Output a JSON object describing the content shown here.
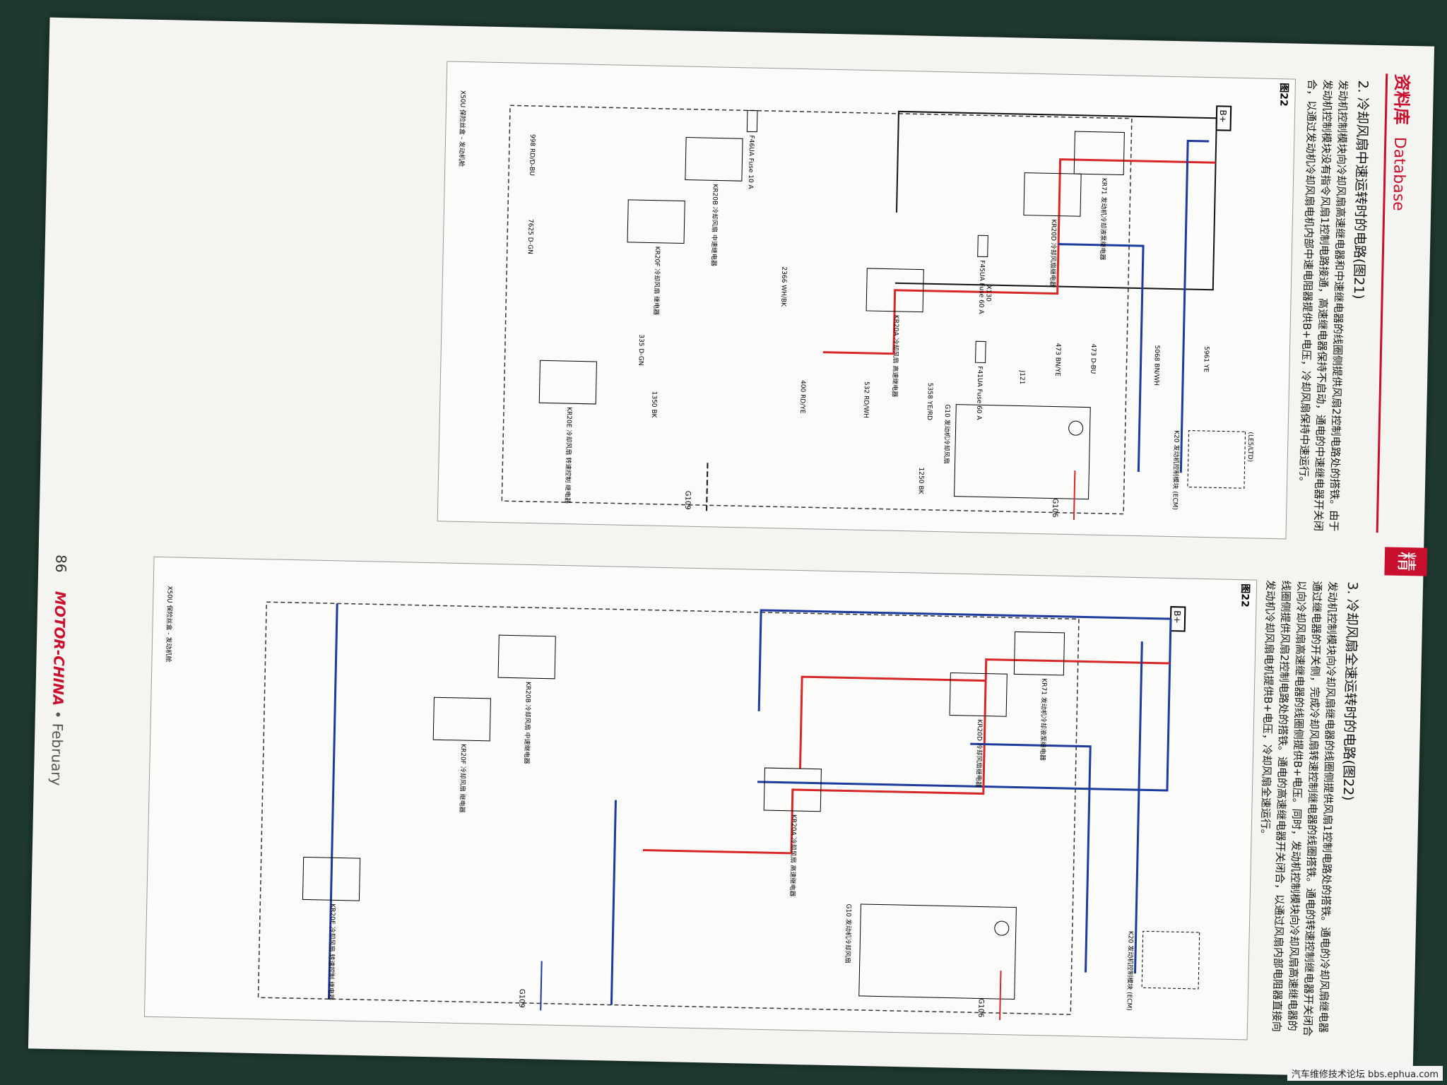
{
  "header": {
    "brand_cn": "资料库",
    "brand_en": "Database",
    "seal": "精"
  },
  "sections": [
    {
      "heading": "2. 冷却风扇中速运转时的电路(图21)",
      "paragraph": "发动机控制模块向冷却风扇高速继电器和中速继电器的线圈侧提供风扇2控制电路处的搭铁。由于发动机控制模块没有指令风扇1控制电路接通，高速继电器保持不启动，通电的中速继电器开关闭合，以通过发动机冷却风扇电机内部中速电阻器提供B+电压，冷却风扇保持中速运行。",
      "figure_label": "图22"
    },
    {
      "heading": "3. 冷却风扇全速运转时的电路(图22)",
      "paragraph": "发动机控制模块向冷却风扇继电器的线圈侧提供风扇1控制电路处的搭铁。通电的冷却风扇继电器通过继电器的开关侧，完成冷却风扇转速控制继电器的线圈搭铁。通电的转速控制继电器开关闭合以向冷却风扇高速继电器的线圈侧提供B+电压。同时，发动机控制模块向冷却风扇高速继电器的线圈侧提供风扇2控制电路处的搭铁。通电的高速继电器开关闭合，以通过风扇内部电阻器直接向发动机冷却风扇电机提供B+电压，冷却风扇全速运行。",
      "figure_label": "图22"
    }
  ],
  "diagram_labels": {
    "bplus": "B+",
    "ecm": "(LE5/LTD)",
    "ecm_module": "K20 发动机控制模块 (ECM)",
    "relay_krt1": "KR71 发动机冷却液泵继电器",
    "relay_kr20d": "KR20D 冷却风扇继电器",
    "relay_kr20a": "KR20A 冷却风扇 高速继电器",
    "relay_kr20b": "KR20B 冷却风扇 中速继电器",
    "relay_kr20f": "KR20F 冷却风扇 继电器",
    "relay_kr20e": "KR20E 冷却风扇 转速控制 继电器",
    "fuse_f45ua": "F45UA Fuse 60 A",
    "fuse_f41ua": "F41UA Fuse 60 A",
    "fuse_f46ua": "F46UA Fuse 10 A",
    "motor": "G10 发动机冷却风扇",
    "ground_g106": "G106",
    "ground_g109": "G109",
    "connector_x50": "X50U 保险丝盒 - 发动机舱",
    "wire_5961": "5961 YE",
    "wire_5068": "5068 BN/WH",
    "wire_473a": "473 D-BU",
    "wire_473b": "473 BN/YE",
    "wire_5358": "5358 YE/RD",
    "wire_532": "532 RD/WH",
    "wire_400": "400 RD/YE",
    "wire_2366": "2366 WH/BK",
    "wire_1250": "1250 BK",
    "wire_1350": "1350 BK",
    "wire_335": "335 D-GN",
    "wire_7625": "7625 D-GN",
    "wire_998": "998 RD/D-BU",
    "j121": "J121",
    "x130": "X130"
  },
  "footer": {
    "page": "86",
    "magazine": "MOTOR-CHINA",
    "month": "• February"
  },
  "watermark": "汽车维修技术论坛 bbs.ephua.com",
  "colors": {
    "red_wire": "#d62828",
    "blue_wire": "#1d3a9e",
    "black_wire": "#111111",
    "brand": "#c8102e"
  }
}
